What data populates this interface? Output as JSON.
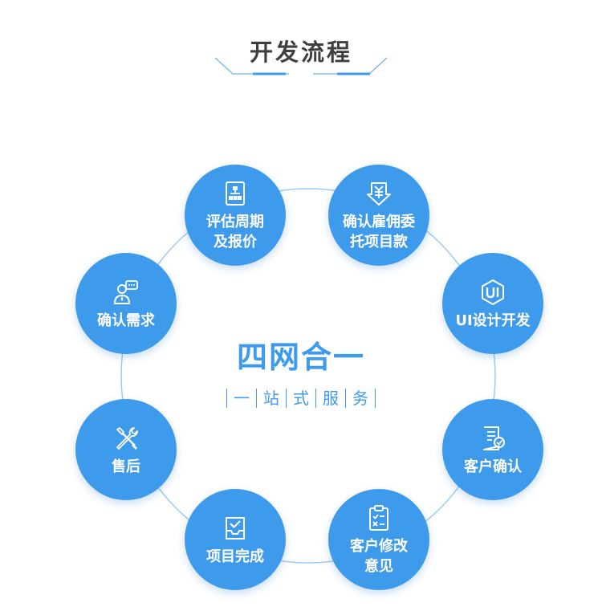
{
  "title": "开发流程",
  "center": {
    "title": "四网合一",
    "subtitle_chars": [
      "一",
      "站",
      "式",
      "服",
      "务"
    ]
  },
  "steps": [
    {
      "label": "评估周期\n及报价",
      "icon": "flowchart-icon"
    },
    {
      "label": "确认雇佣委\n托项目款",
      "icon": "yuan-download-icon"
    },
    {
      "label": "UI设计开发",
      "icon": "ui-badge-icon"
    },
    {
      "label": "客户确认",
      "icon": "document-check-icon"
    },
    {
      "label": "客户修改\n意见",
      "icon": "clipboard-checklist-icon"
    },
    {
      "label": "项目完成",
      "icon": "inbox-check-icon"
    },
    {
      "label": "售后",
      "icon": "wrench-screwdriver-icon"
    },
    {
      "label": "确认需求",
      "icon": "user-chat-icon"
    }
  ],
  "colors": {
    "accent": "#3e9bec",
    "title": "#3f3f3f",
    "ring": "#9ccaf3"
  }
}
